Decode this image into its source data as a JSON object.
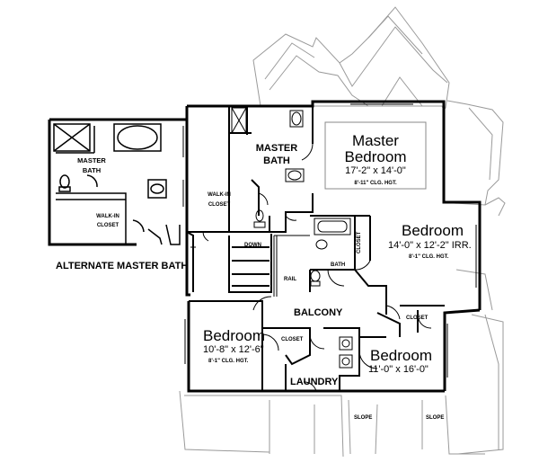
{
  "alternate": {
    "title": "ALTERNATE MASTER BATH",
    "master_bath": [
      "MASTER",
      "BATH"
    ],
    "walk_in_closet": [
      "WALK-IN",
      "CLOSET"
    ]
  },
  "master_suite": {
    "bath": [
      "MASTER",
      "BATH"
    ],
    "walk_in_closet": [
      "WALK-IN",
      "CLOSET"
    ]
  },
  "master_bedroom": {
    "name": [
      "Master",
      "Bedroom"
    ],
    "size": "17'-2\" x 14'-0\"",
    "ceiling": "8'-11\" CLG. HGT."
  },
  "bedroom_ne": {
    "name": "Bedroom",
    "size": "14'-0\" x 12'-2\" IRR.",
    "ceiling": "8'-1\" CLG. HGT."
  },
  "bedroom_sw": {
    "name": "Bedroom",
    "size": "10'-8\" x 12'-6\"",
    "ceiling": "8'-1\" CLG. HGT."
  },
  "bedroom_se": {
    "name": "Bedroom",
    "size": "11'-0\" x 16'-0\""
  },
  "labels": {
    "bath": "BATH",
    "closet_vertical": "CLOSET",
    "closet_sw": "CLOSET",
    "closet_se": "CLOSET",
    "balcony": "BALCONY",
    "laundry": "LAUNDRY",
    "rail": "RAIL",
    "down": "DOWN",
    "slope_left": "SLOPE",
    "slope_right": "SLOPE"
  }
}
